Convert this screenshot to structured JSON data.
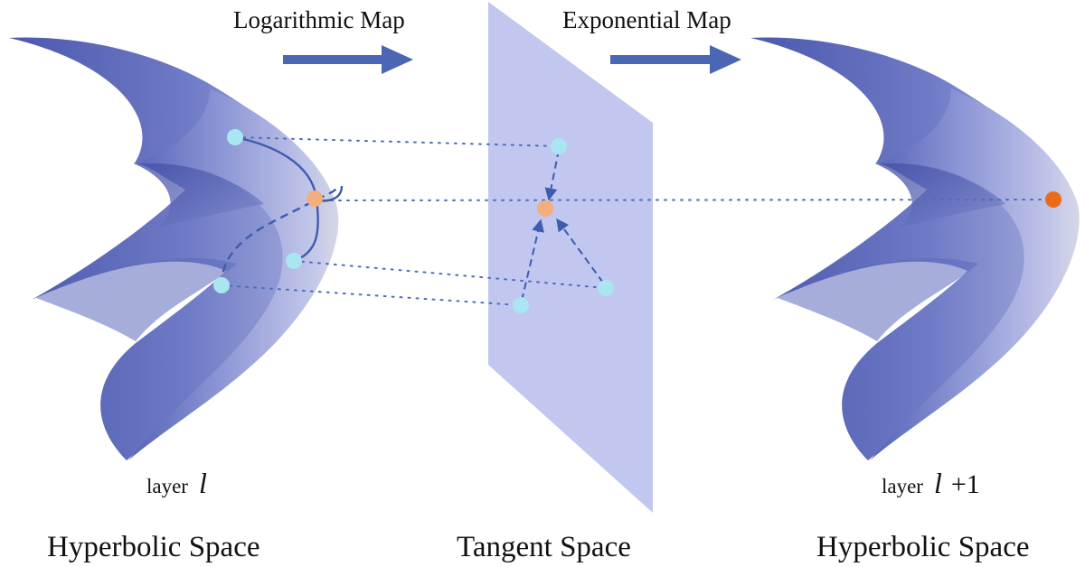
{
  "arrows": {
    "log_map": "Logarithmic Map",
    "exp_map": "Exponential Map"
  },
  "captions": {
    "left_space": "Hyperbolic Space",
    "middle_space": "Tangent Space",
    "right_space": "Hyperbolic Space"
  },
  "layers": {
    "left": {
      "prefix": "layer",
      "var": "l"
    },
    "right": {
      "prefix": "layer",
      "var": "l",
      "op": "+1"
    }
  },
  "colors": {
    "surface_dark": "#4d5bb0",
    "surface_light": "#b7bde4",
    "plane": "#c0c6ef",
    "arrow": "#4a66b4",
    "point_cyan": "#a9e6f2",
    "point_peach": "#f4ad7c",
    "point_orange": "#ec6a1c",
    "curve": "#3f5bb0",
    "dotted": "#4f6db8"
  }
}
